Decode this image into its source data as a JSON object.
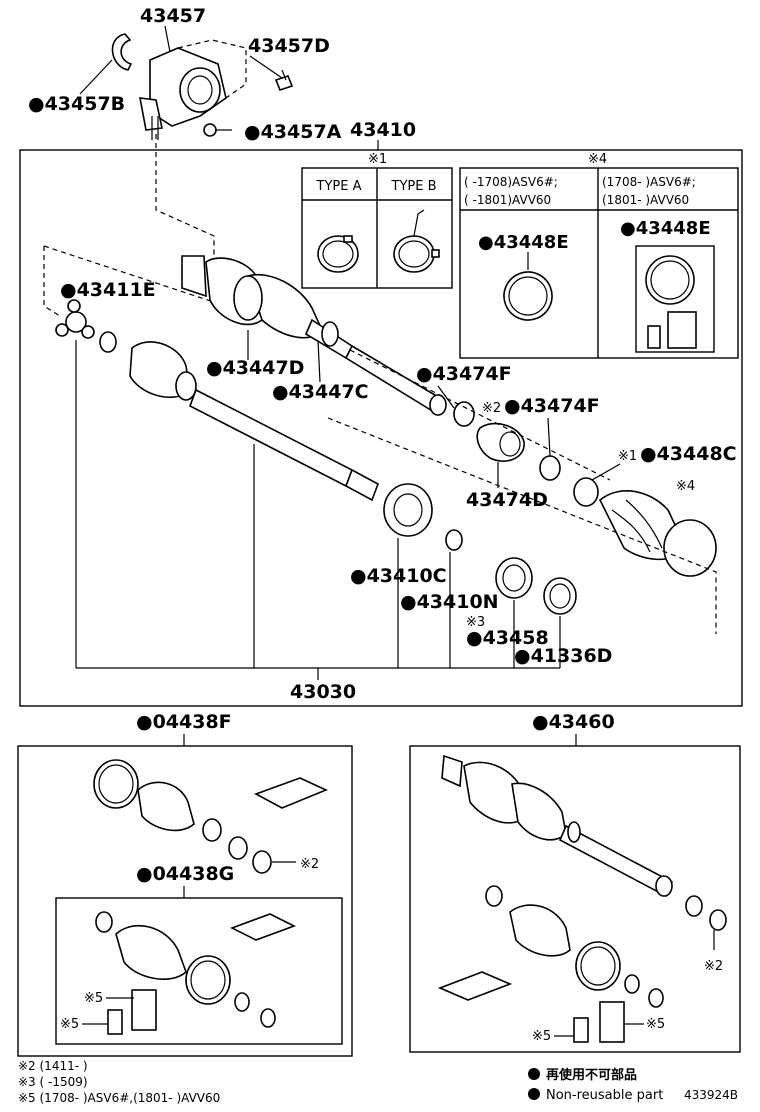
{
  "labels": {
    "p43457": "43457",
    "p43457D": "43457D",
    "p43457B": "●43457B",
    "p43457A": "●43457A",
    "p43410": "43410",
    "p43411E": "●43411E",
    "p43447D": "●43447D",
    "p43447C": "●43447C",
    "p43474F_a": "●43474F",
    "p43474F_b": "●43474F",
    "p43474F_b_mark": "※2",
    "p43474D": "43474D",
    "p43448C": "●43448C",
    "p43448C_mark": "※1",
    "p43448E_a": "●43448E",
    "p43448E_b": "●43448E",
    "p43410C": "●43410C",
    "p43410N": "●43410N",
    "p43458": "●43458",
    "p43458_mark": "※3",
    "p41336D": "●41336D",
    "p43030": "43030",
    "p04438F": "●04438F",
    "p04438G": "●04438G",
    "p43460": "●43460",
    "boot_mark": "※4"
  },
  "inset1": {
    "mark": "※1",
    "type_a": "TYPE A",
    "type_b": "TYPE B"
  },
  "inset4": {
    "mark": "※4",
    "left_line1": "(     -1708)ASV6#;",
    "left_line2": "(     -1801)AVV60",
    "right_line1": "(1708-       )ASV6#;",
    "right_line2": "(1801-       )AVV60"
  },
  "kit_marks": {
    "f_mark2": "※2",
    "g_mark5_a": "※5",
    "g_mark5_b": "※5",
    "r_mark2": "※2",
    "r_mark5_a": "※5",
    "r_mark5_b": "※5"
  },
  "footnotes": {
    "n2": "※2 (1411-       )",
    "n3": "※3 (       -1509)",
    "n5": "※5 (1708-       )ASV6#,(1801-       )AVV60"
  },
  "legend": {
    "jp": "再使用不可部品",
    "en": "Non-reusable part"
  },
  "diagram_id": "433924B"
}
